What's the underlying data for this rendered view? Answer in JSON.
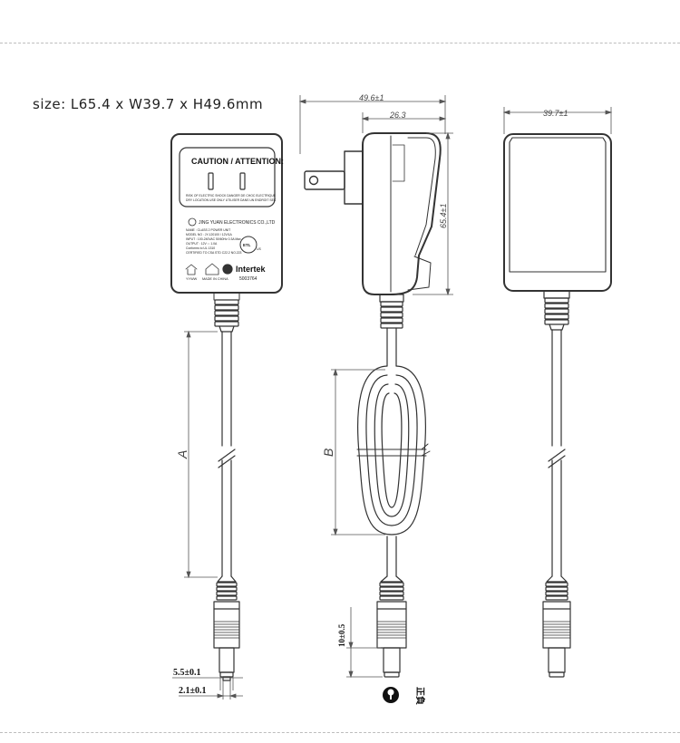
{
  "size_text": "size: L65.4 x W39.7 x H49.6mm",
  "dims": {
    "depth": "49.6±1",
    "prong": "26.3",
    "height": "65.4±1",
    "width": "39.7±1",
    "cable_a": "A",
    "cable_b": "B",
    "plug_len": "10±0.5",
    "od": "5.5±0.1",
    "id": "2.1±0.1"
  },
  "label": {
    "caution": "CAUTION / ATTENTION:",
    "warn1": "RISK OF ELECTRIC SHOCK DANGER DE CHOC ELECTRIQUE",
    "warn2": "DRY LOCATION USE ONLY UTILISER DANS UN ENDROIT SEC",
    "company": "JING YUAN ELECTRONICS CO.,LTD",
    "line1": "NAME : CLASS 2 POWER UNIT",
    "line2": "MODEL NO : JY-120100 / 12V/1A",
    "line3": "INPUT : 100-240VAC 50/60Hz 0.3A Max",
    "line4": "OUTPUT : 12V ⎓ 1.0A",
    "line5": "Conforms to UL 1310",
    "line6": "CERTIFIED TO CSA STD C22.2 NO.223",
    "brand": "Intertek",
    "code": "5003764",
    "made": "MADE IN CHINA",
    "year": "YYWW",
    "etl": "ETL",
    "us": "US"
  },
  "polarity_sym": "正負",
  "colors": {
    "line": "#333333",
    "dim": "#555555",
    "dash": "#bdbdbd"
  }
}
